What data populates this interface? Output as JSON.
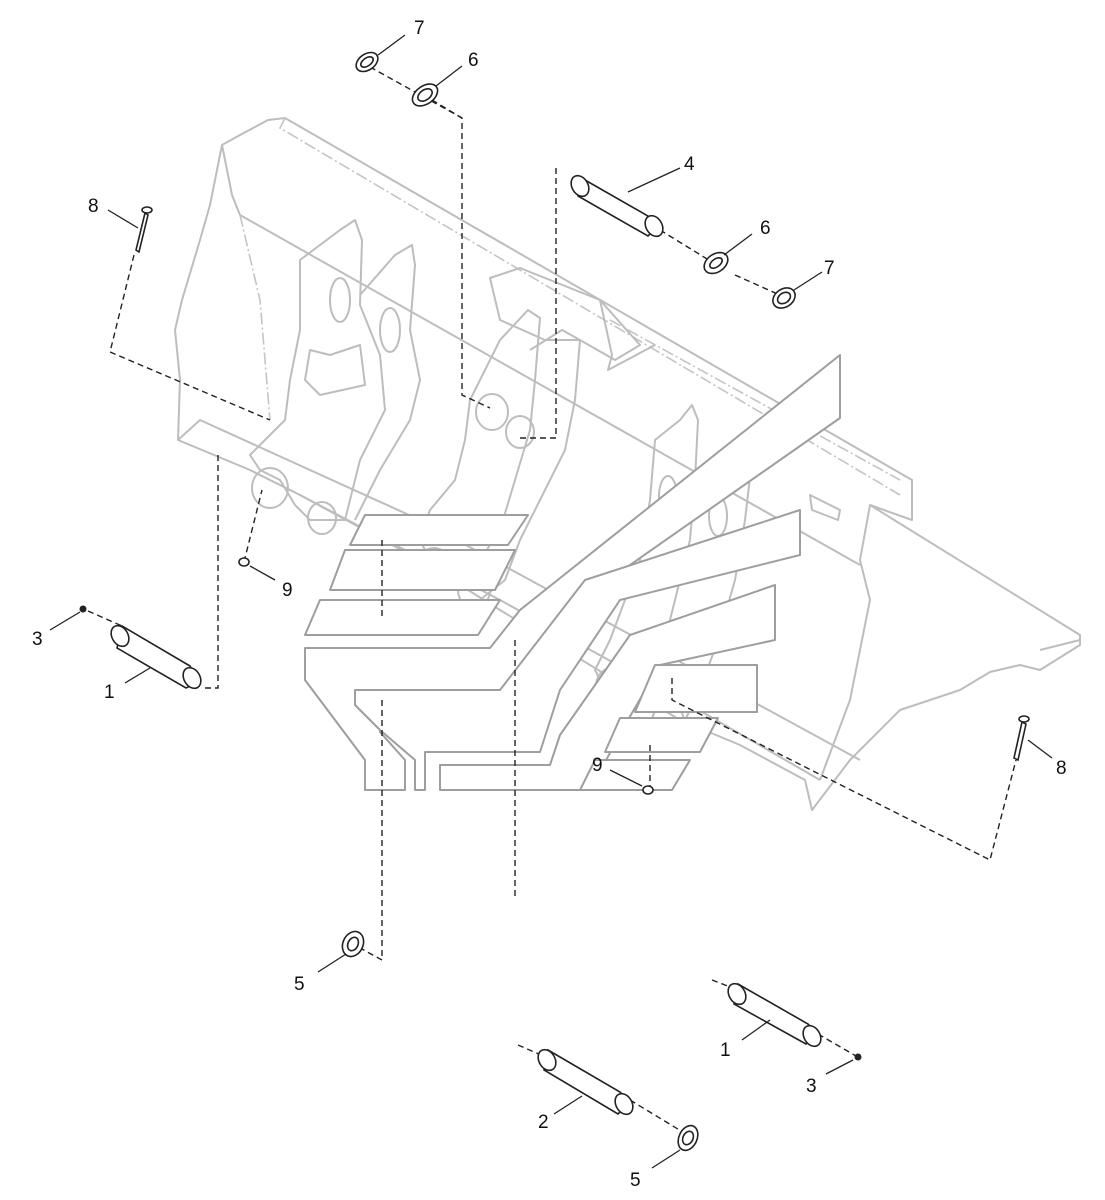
{
  "diagram": {
    "callouts": [
      {
        "id": "c1a",
        "text": "1"
      },
      {
        "id": "c1b",
        "text": "1"
      },
      {
        "id": "c2",
        "text": "2"
      },
      {
        "id": "c3a",
        "text": "3"
      },
      {
        "id": "c3b",
        "text": "3"
      },
      {
        "id": "c4",
        "text": "4"
      },
      {
        "id": "c5a",
        "text": "5"
      },
      {
        "id": "c5b",
        "text": "5"
      },
      {
        "id": "c6a",
        "text": "6"
      },
      {
        "id": "c6b",
        "text": "6"
      },
      {
        "id": "c7a",
        "text": "7"
      },
      {
        "id": "c7b",
        "text": "7"
      },
      {
        "id": "c8a",
        "text": "8"
      },
      {
        "id": "c8b",
        "text": "8"
      },
      {
        "id": "c9a",
        "text": "9"
      },
      {
        "id": "c9b",
        "text": "9"
      }
    ],
    "colors": {
      "ink": "#222222",
      "outline": "#bdbdbd",
      "watermark": "#9e9e9e"
    }
  }
}
